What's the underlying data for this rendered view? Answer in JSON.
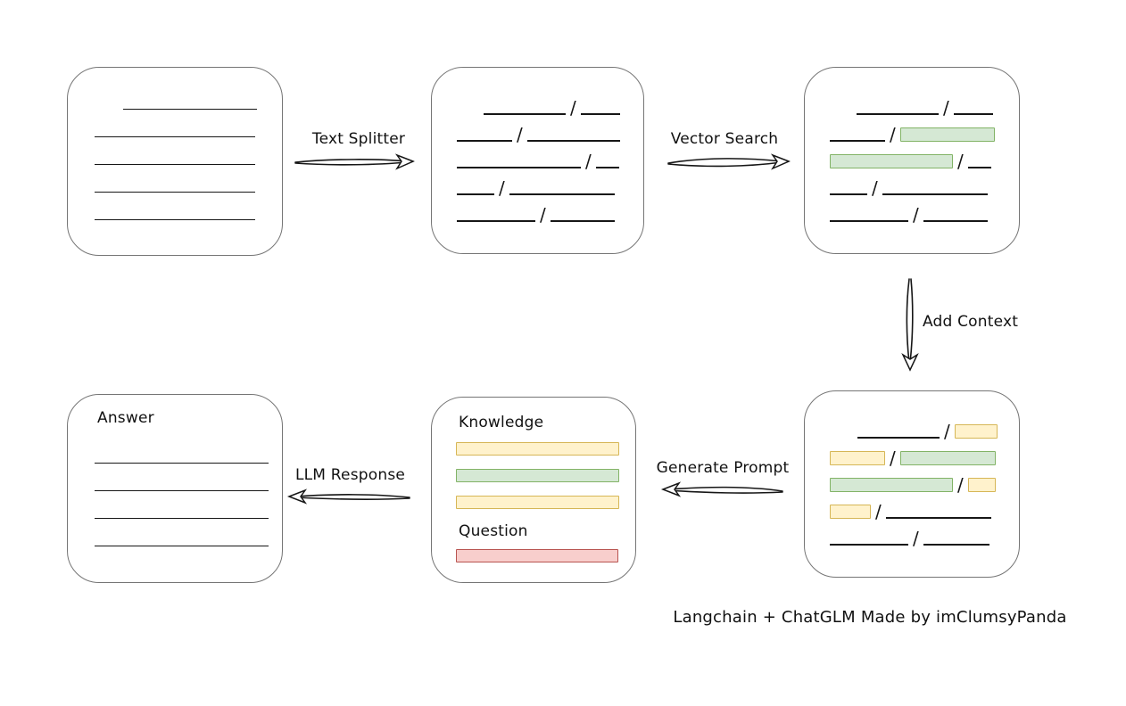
{
  "labels": {
    "text_splitter": "Text Splitter",
    "vector_search": "Vector Search",
    "add_context": "Add Context",
    "generate_prompt": "Generate Prompt",
    "llm_response": "LLM Response",
    "knowledge": "Knowledge",
    "question": "Question",
    "answer": "Answer",
    "footer": "Langchain + ChatGLM Made by imClumsyPanda"
  },
  "colors": {
    "ink": "#161616",
    "box_border": "#757575",
    "green_fill": "#d5e8d4",
    "green_border": "#82b366",
    "yellow_fill": "#fff2cc",
    "yellow_border": "#d6b656",
    "red_fill": "#f8cecc",
    "red_border": "#b85450"
  },
  "document_box": {
    "lines": [
      {
        "w": 150,
        "indent": 32
      },
      {
        "w": 180
      },
      {
        "w": 180
      },
      {
        "w": 180
      },
      {
        "w": 180
      }
    ]
  },
  "chunks_box": {
    "rows": [
      {
        "indent": 30,
        "segs": [
          {
            "t": "line",
            "w": 92
          },
          {
            "t": "line",
            "w": 44
          }
        ]
      },
      {
        "indent": 0,
        "segs": [
          {
            "t": "line",
            "w": 62
          },
          {
            "t": "line",
            "w": 104
          }
        ]
      },
      {
        "indent": 0,
        "segs": [
          {
            "t": "line",
            "w": 139
          },
          {
            "t": "line",
            "w": 26
          }
        ]
      },
      {
        "indent": 0,
        "segs": [
          {
            "t": "line",
            "w": 42
          },
          {
            "t": "line",
            "w": 118
          }
        ]
      },
      {
        "indent": 0,
        "segs": [
          {
            "t": "line",
            "w": 88
          },
          {
            "t": "line",
            "w": 72
          }
        ]
      }
    ]
  },
  "search_box": {
    "rows": [
      {
        "indent": 30,
        "segs": [
          {
            "t": "line",
            "w": 92
          },
          {
            "t": "line",
            "w": 44
          }
        ]
      },
      {
        "indent": 0,
        "segs": [
          {
            "t": "line",
            "w": 62
          },
          {
            "t": "green",
            "w": 106
          }
        ]
      },
      {
        "indent": 0,
        "segs": [
          {
            "t": "green",
            "w": 138
          },
          {
            "t": "line",
            "w": 26
          }
        ]
      },
      {
        "indent": 0,
        "segs": [
          {
            "t": "line",
            "w": 42
          },
          {
            "t": "line",
            "w": 118
          }
        ]
      },
      {
        "indent": 0,
        "segs": [
          {
            "t": "line",
            "w": 88
          },
          {
            "t": "line",
            "w": 72
          }
        ]
      }
    ]
  },
  "context_box": {
    "rows": [
      {
        "indent": 31,
        "segs": [
          {
            "t": "line",
            "w": 92
          },
          {
            "t": "yellow",
            "w": 48
          }
        ]
      },
      {
        "indent": 0,
        "segs": [
          {
            "t": "yellow",
            "w": 62
          },
          {
            "t": "green",
            "w": 107
          }
        ]
      },
      {
        "indent": 0,
        "segs": [
          {
            "t": "green",
            "w": 138
          },
          {
            "t": "yellow",
            "w": 31
          }
        ]
      },
      {
        "indent": 0,
        "segs": [
          {
            "t": "yellow",
            "w": 46
          },
          {
            "t": "line",
            "w": 118
          }
        ]
      },
      {
        "indent": 0,
        "segs": [
          {
            "t": "line",
            "w": 88
          },
          {
            "t": "line",
            "w": 74
          }
        ]
      }
    ]
  },
  "prompt_box": {
    "knowledge_bars": [
      {
        "t": "yellow",
        "w": 183
      },
      {
        "t": "green",
        "w": 183
      },
      {
        "t": "yellow",
        "w": 183
      }
    ],
    "question_bars": [
      {
        "t": "red",
        "w": 182
      }
    ]
  },
  "answer_box": {
    "lines": [
      {
        "w": 195
      },
      {
        "w": 195
      },
      {
        "w": 195
      },
      {
        "w": 195
      }
    ]
  }
}
